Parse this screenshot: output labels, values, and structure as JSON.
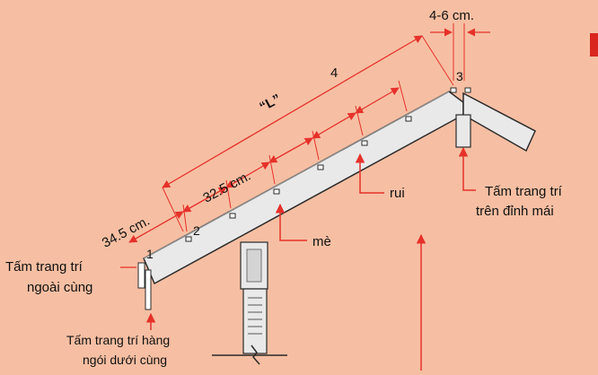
{
  "labels": {
    "dim_gap": "4-6 cm.",
    "dim_L": "“L”",
    "dim_count": "4",
    "dim_first": "34.5 cm.",
    "dim_spacing": "32.5 cm.",
    "point_1": "1",
    "point_2": "2",
    "point_3": "3",
    "rui": "rui",
    "me": "mè",
    "outer_trim_line1": "Tấm trang trí",
    "outer_trim_line2": "ngoài cùng",
    "ridge_trim_line1": "Tấm trang trí",
    "ridge_trim_line2": "trên đỉnh mái",
    "bottom_row_line1": "Tấm trang trí hàng",
    "bottom_row_line2": "ngói dưới cùng"
  },
  "colors": {
    "background": "#F6BFA3",
    "accent": "#E6312B",
    "beam": "#E9E9E9",
    "beam_stroke": "#2A2A2A"
  }
}
